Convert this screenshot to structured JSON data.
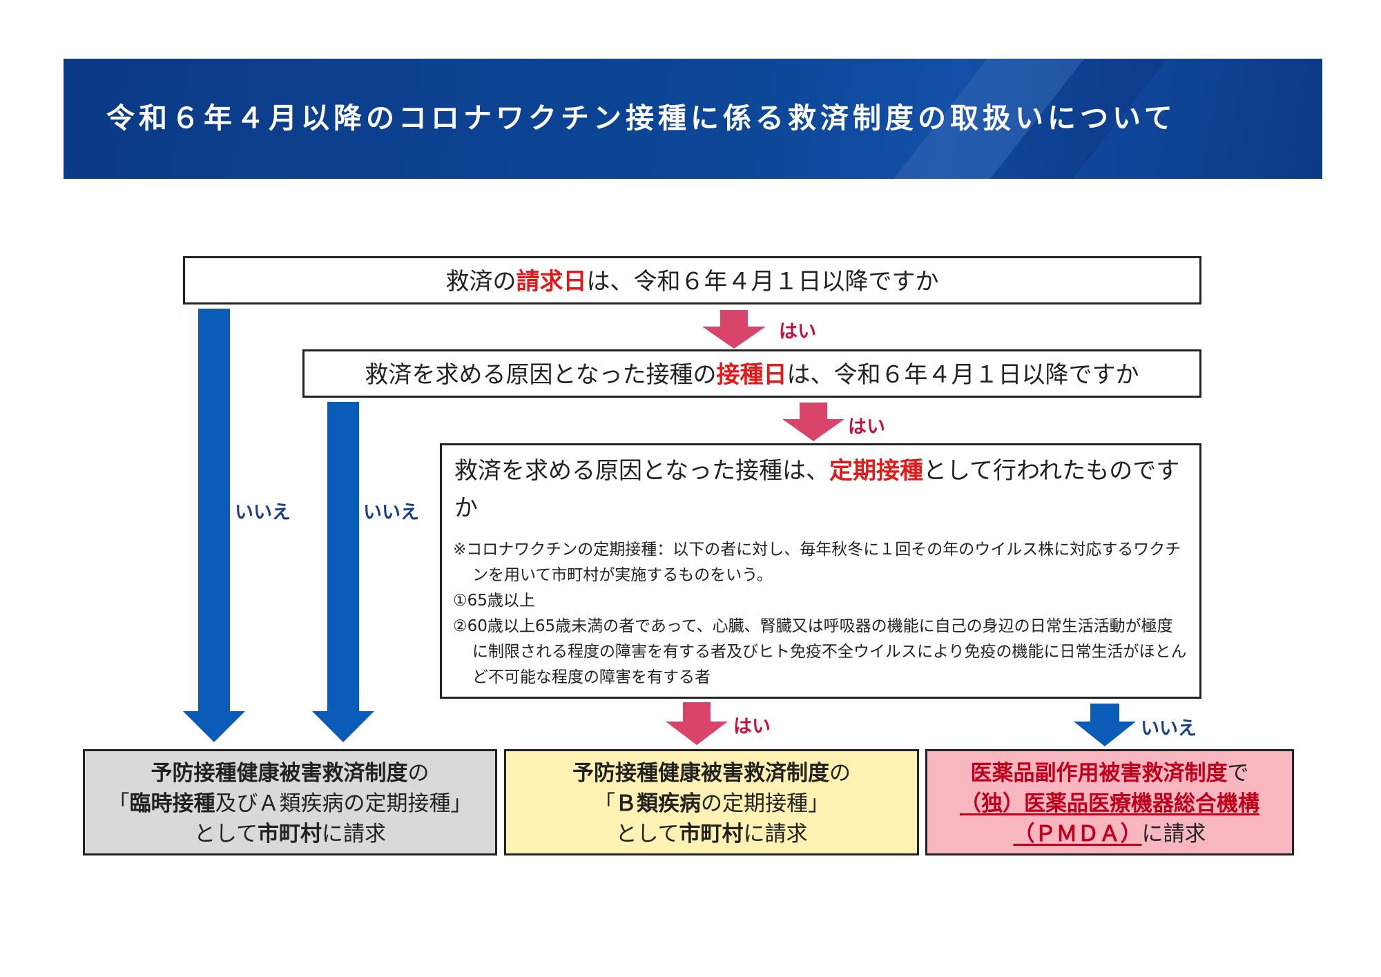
{
  "header": {
    "title": "令和６年４月以降のコロナワクチン接種に係る救済制度の取扱いについて"
  },
  "questions": {
    "q1": {
      "pre": "救済の",
      "emph": "請求日",
      "post": "は、令和６年４月１日以降ですか"
    },
    "q2": {
      "pre": "救済を求める原因となった接種の",
      "emph": "接種日",
      "post": "は、令和６年４月１日以降ですか"
    },
    "q3": {
      "pre": "救済を求める原因となった接種は、",
      "emph": "定期接種",
      "post": "として行われたものですか",
      "note1": "※コロナワクチンの定期接種：以下の者に対し、毎年秋冬に１回その年のウイルス株に対応するワクチンを用いて市町村が実施するものをいう。",
      "note2": "①65歳以上",
      "note3": "②60歳以上65歳未満の者であって、心臓、腎臓又は呼吸器の機能に自己の身辺の日常生活活動が極度に制限される程度の障害を有する者及びヒト免疫不全ウイルスにより免疫の機能に日常生活がほとんど不可能な程度の障害を有する者"
    }
  },
  "labels": {
    "yes": "はい",
    "no": "いいえ"
  },
  "results": {
    "gray": {
      "l1": "予防接種健康被害救済制度",
      "l1b": "の",
      "l2a": "「",
      "l2b": "臨時接種",
      "l2c": "及びＡ類疾病の定期接種」",
      "l3a": "として",
      "l3b": "市町村",
      "l3c": "に請求"
    },
    "yellow": {
      "l1": "予防接種健康被害救済制度",
      "l1b": "の",
      "l2a": "「",
      "l2b": "Ｂ類疾病",
      "l2c": "の定期接種」",
      "l3a": "として",
      "l3b": "市町村",
      "l3c": "に請求"
    },
    "pink": {
      "l1": "医薬品副作用被害救済制度",
      "l1b": "で",
      "l2": "（独）医薬品医療機器総合機構",
      "l3a": "（ＰＭＤＡ）",
      "l3b": "に請求"
    }
  },
  "colors": {
    "banner": "#0d4798",
    "blue_arrow": "#0b5cb8",
    "pink_arrow": "#d9456a",
    "gray_box": "#d9d9d9",
    "yellow_box": "#fdf2b3",
    "pink_box": "#f7b6c0",
    "emphasis_red": "#e21a1a"
  }
}
